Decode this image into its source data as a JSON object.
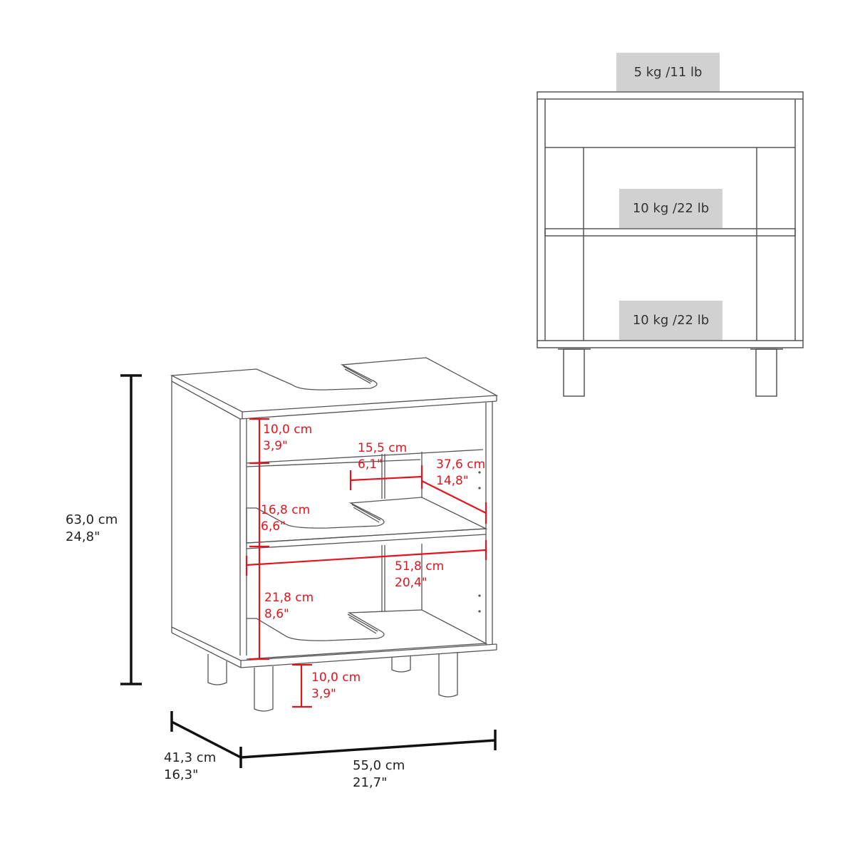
{
  "colors": {
    "outline": "#555555",
    "dimension_black": "#111111",
    "dimension_red": "#e3141d",
    "weight_box": "#d1d1d1",
    "text": "#231f20"
  },
  "front_view": {
    "weight_labels": {
      "top": "5 kg /11 lb",
      "middle_shelf": "10 kg /22 lb",
      "bottom_shelf": "10 kg /22 lb"
    }
  },
  "overall_dimensions": {
    "height": {
      "cm": "63,0 cm",
      "in": "24,8\""
    },
    "depth": {
      "cm": "41,3 cm",
      "in": "16,3\""
    },
    "width": {
      "cm": "55,0 cm",
      "in": "21,7\""
    }
  },
  "inner_dimensions": {
    "top_compartment_height": {
      "cm": "10,0 cm",
      "in": "3,9\""
    },
    "notch_width": {
      "cm": "15,5 cm",
      "in": "6,1\""
    },
    "shelf_depth": {
      "cm": "37,6 cm",
      "in": "14,8\""
    },
    "middle_compartment_height": {
      "cm": "16,8 cm",
      "in": "6,6\""
    },
    "inner_width": {
      "cm": "51,8 cm",
      "in": "20,4\""
    },
    "bottom_compartment_height": {
      "cm": "21,8 cm",
      "in": "8,6\""
    },
    "leg_height": {
      "cm": "10,0 cm",
      "in": "3,9\""
    }
  }
}
